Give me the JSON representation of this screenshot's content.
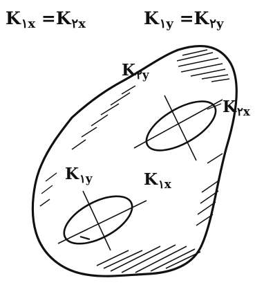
{
  "equations": {
    "eq_x": {
      "lhs": {
        "symbol": "K",
        "subscript": "۱x"
      },
      "equals": "=",
      "rhs": {
        "symbol": "K",
        "subscript": "۲x"
      }
    },
    "eq_y": {
      "lhs": {
        "symbol": "K",
        "subscript": "۱y"
      },
      "equals": "=",
      "rhs": {
        "symbol": "K",
        "subscript": "۲y"
      }
    }
  },
  "labels": {
    "k2y": {
      "symbol": "K",
      "subscript": "۲y"
    },
    "k2x": {
      "symbol": "K",
      "subscript": "۲x"
    },
    "k1y": {
      "symbol": "K",
      "subscript": "۱y"
    },
    "k1x": {
      "symbol": "K",
      "subscript": "۱x"
    }
  },
  "colors": {
    "ink": "#111111",
    "background": "#ffffff"
  }
}
